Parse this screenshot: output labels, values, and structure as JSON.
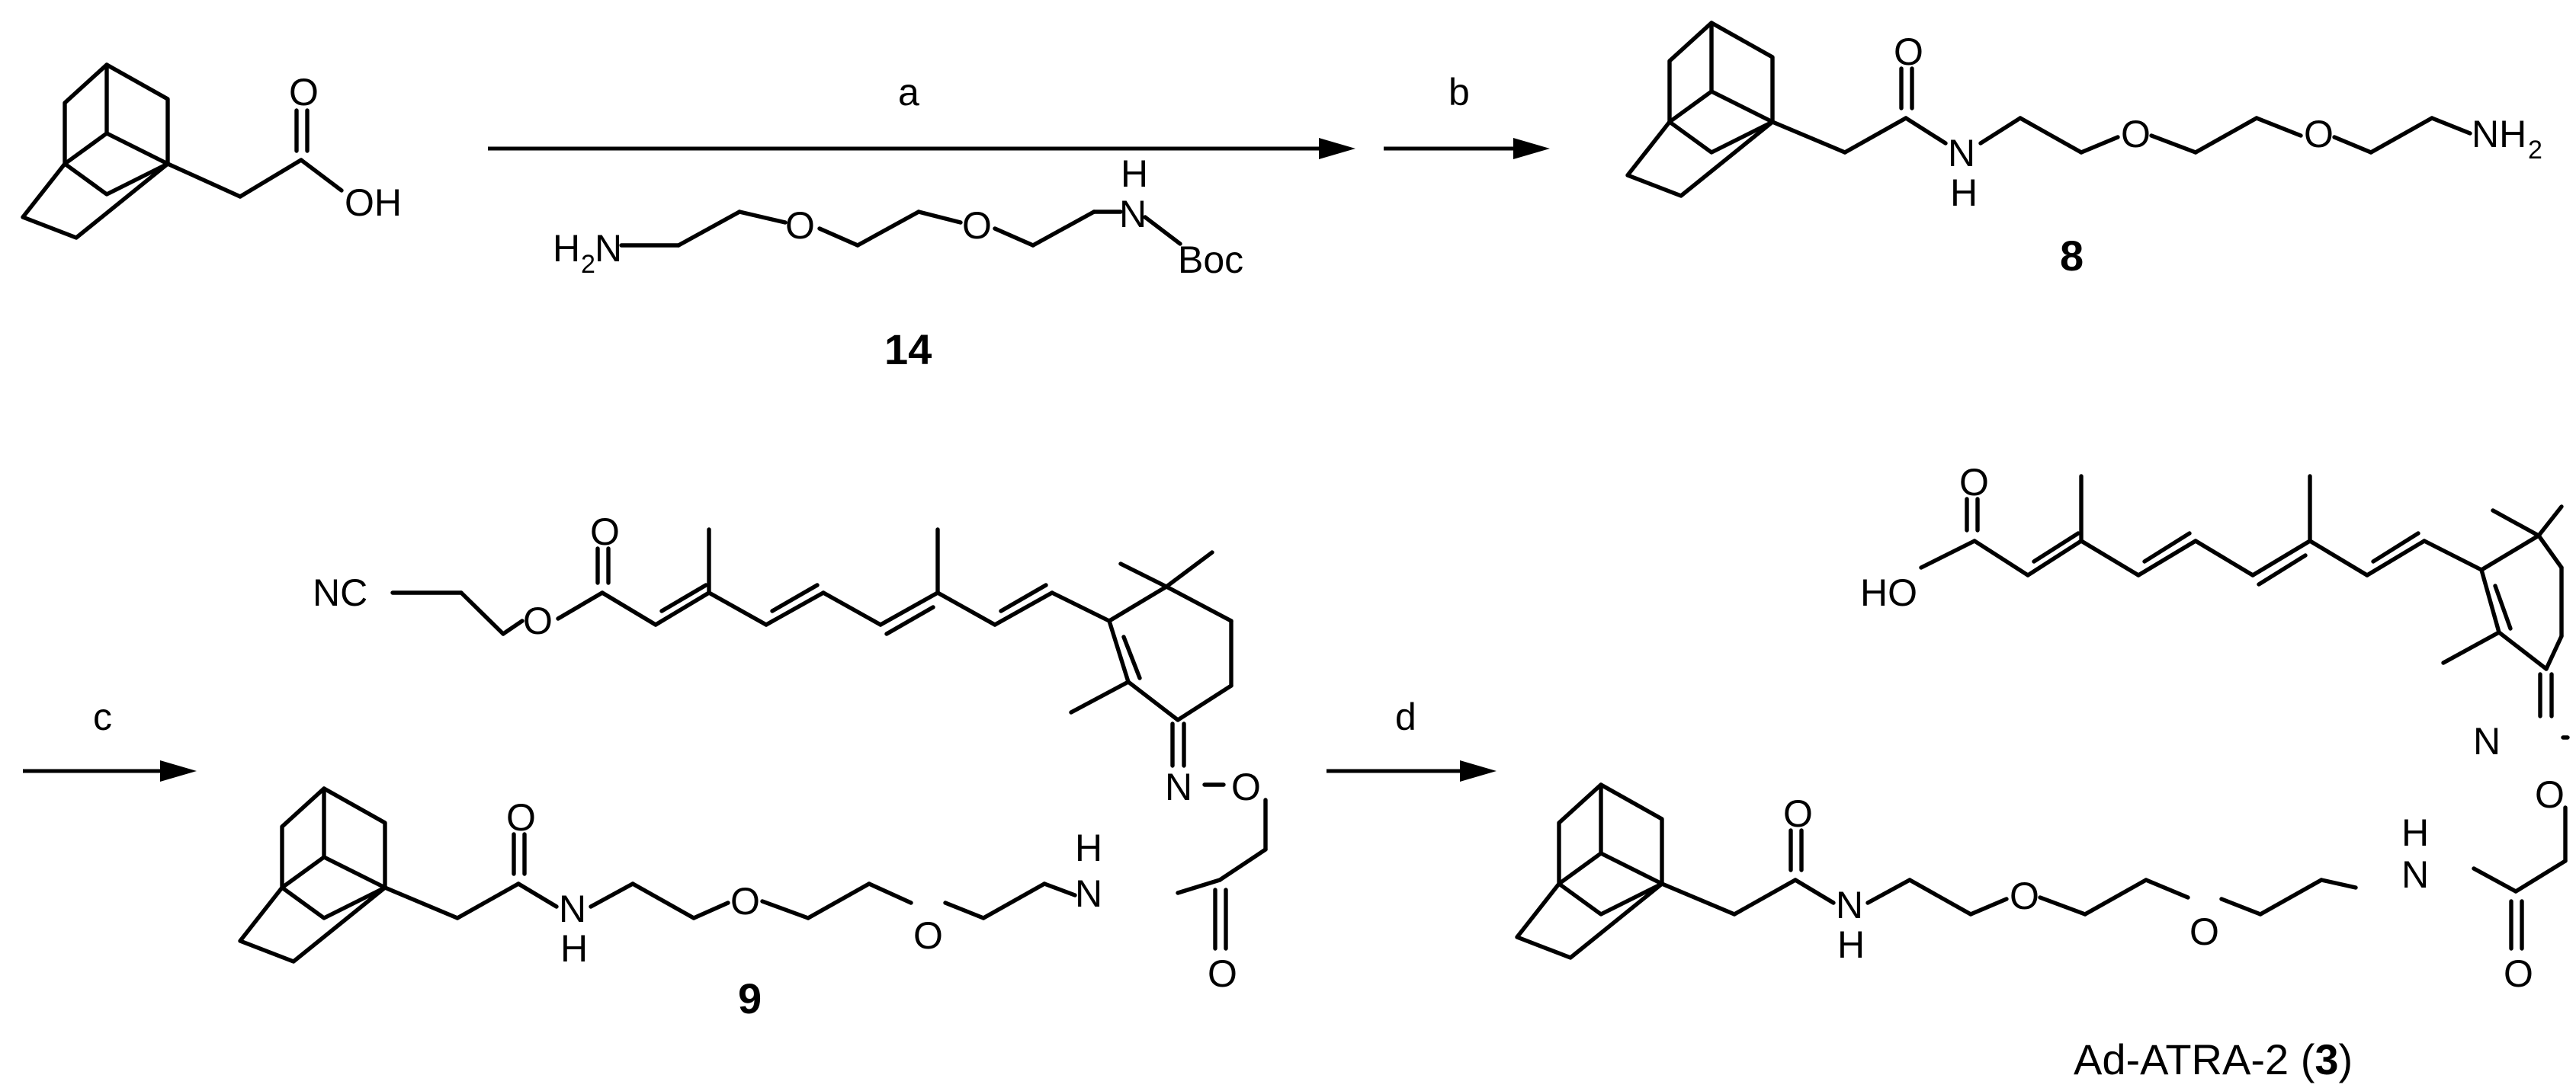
{
  "scheme": {
    "reagent_labels": {
      "a": "a",
      "b": "b",
      "c": "c",
      "d": "d"
    },
    "compounds": {
      "c14": "14",
      "c8": "8",
      "c9": "9",
      "final_name": "Ad-ATRA-2 (",
      "final_number": "3",
      "final_close": ")"
    },
    "atoms": {
      "O": "O",
      "OH": "OH",
      "HO": "HO",
      "N": "N",
      "H": "H",
      "NH": "NH",
      "H2N_H": "H",
      "H2N_sub": "2",
      "H2N_N": "N",
      "NH2_NH": "NH",
      "NH2_sub": "2",
      "NC": "NC",
      "Boc": "Boc"
    }
  }
}
